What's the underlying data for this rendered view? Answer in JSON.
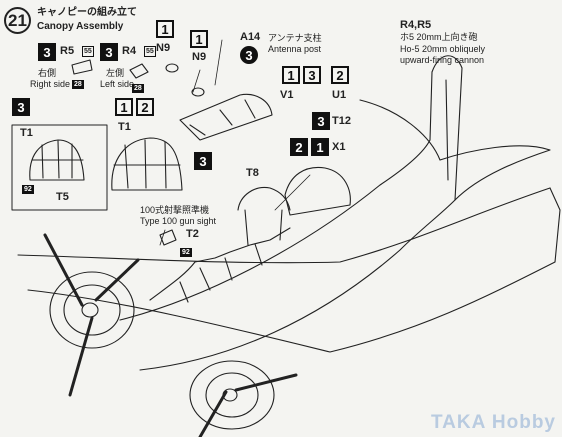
{
  "step": {
    "number": "21",
    "title_jp": "キャノピーの組み立て",
    "title_en": "Canopy Assembly"
  },
  "parts": {
    "r5": "R5",
    "r4": "R4",
    "n9_top": "N9",
    "n9": "N9",
    "a14": "A14",
    "v1": "V1",
    "u1": "U1",
    "t12": "T12",
    "x1": "X1",
    "t8": "T8",
    "t1_inset": "T1",
    "t5": "T5",
    "t1": "T1",
    "t2": "T2"
  },
  "notes": {
    "r4r5_title": "R4,R5",
    "r4r5_jp": "ホ5 20mm上向き砲",
    "r4r5_en1": "Ho-5 20mm obliquely",
    "r4r5_en2": "upward-firing cannon",
    "antenna_jp": "アンテナ支柱",
    "antenna_en": "Antenna post",
    "right_jp": "右側",
    "right_en": "Right side",
    "left_jp": "左側",
    "left_en": "Left side",
    "gunsight_jp": "100式射撃照準機",
    "gunsight_en": "Type 100 gun sight"
  },
  "badges": {
    "one": "1",
    "two": "2",
    "three": "3",
    "b55": "55",
    "b28": "28",
    "b92": "92"
  },
  "watermark": "TAKA Hobby"
}
